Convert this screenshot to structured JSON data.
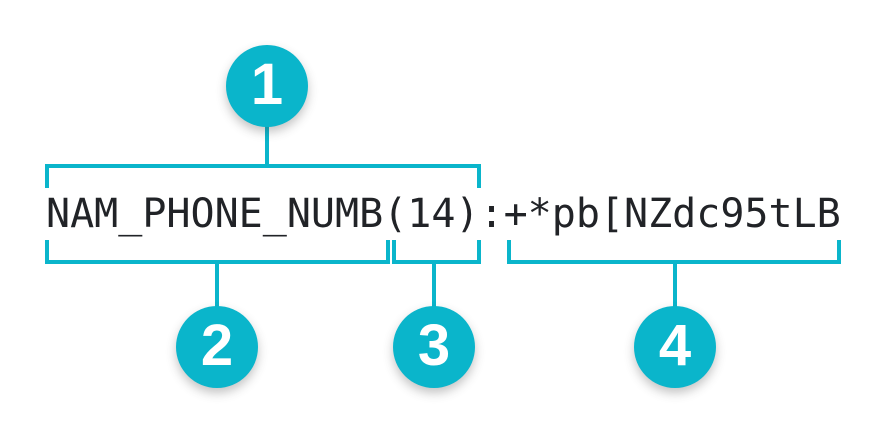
{
  "colors": {
    "accent": "#0ab5cb",
    "text": "#212327",
    "background": "#ffffff",
    "badge_text": "#ffffff"
  },
  "code_string": {
    "full": "NAM_PHONE_NUMB(14):+*pb[NZdc95tLB",
    "segments": {
      "field_name": "NAM_PHONE_NUMB",
      "length": "(14)",
      "separator": ":",
      "encrypted_value": "+*pb[NZdc95tLB"
    }
  },
  "callouts": [
    {
      "label": "1",
      "points_to": "field_name_and_length"
    },
    {
      "label": "2",
      "points_to": "field_name"
    },
    {
      "label": "3",
      "points_to": "length"
    },
    {
      "label": "4",
      "points_to": "encrypted_value"
    }
  ]
}
